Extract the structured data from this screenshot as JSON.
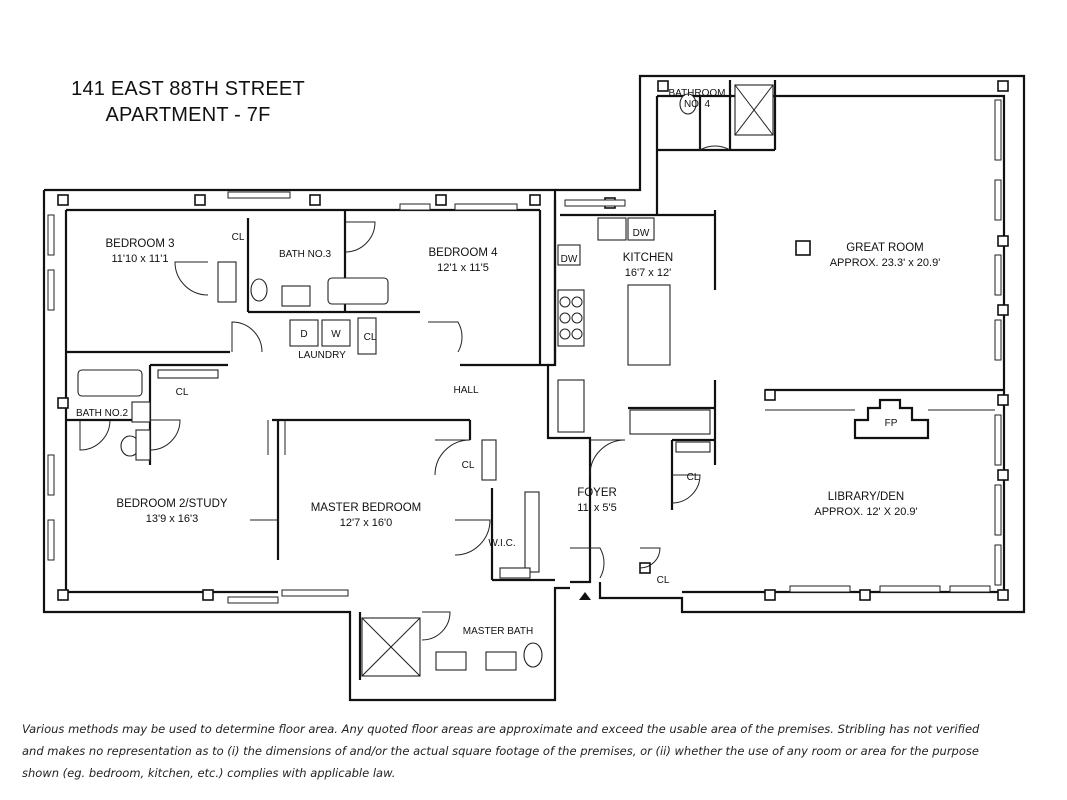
{
  "header": {
    "address": "141 EAST 88TH STREET",
    "unit": "APARTMENT - 7F"
  },
  "rooms": {
    "bedroom3": {
      "name": "BEDROOM 3",
      "dims": "11'10 x 11'1"
    },
    "bath3": {
      "name": "BATH  NO.3"
    },
    "bedroom4": {
      "name": "BEDROOM 4",
      "dims": "12'1 x 11'5"
    },
    "laundry": {
      "name": "LAUNDRY",
      "d": "D",
      "w": "W"
    },
    "bath2": {
      "name": "BATH NO.2"
    },
    "hall": {
      "name": "HALL"
    },
    "bedroom2": {
      "name": "BEDROOM 2/STUDY",
      "dims": "13'9 x 16'3"
    },
    "master_bedroom": {
      "name": "MASTER BEDROOM",
      "dims": "12'7 x 16'0"
    },
    "wic": {
      "name": "W.I.C."
    },
    "master_bath": {
      "name": "MASTER BATH"
    },
    "foyer": {
      "name": "FOYER",
      "dims": "11' x 5'5"
    },
    "kitchen": {
      "name": "KITCHEN",
      "dims": "16'7 x 12'",
      "dw": "DW"
    },
    "bathroom4": {
      "name": "BATHROOM",
      "no": "NO. 4"
    },
    "great_room": {
      "name": "GREAT ROOM",
      "dims": "APPROX. 23.3' x 20.9'"
    },
    "fireplace": {
      "name": "FP"
    },
    "library": {
      "name": "LIBRARY/DEN",
      "dims": "APPROX. 12' X 20.9'"
    }
  },
  "closet_label": "CL",
  "disclaimer": [
    "Various methods may be used to determine floor area. Any quoted floor areas are approximate and exceed the usable area of the premises. Stribling has not verified",
    "and makes no representation as to (i) the dimensions of and/or the actual square footage of the premises, or (ii) whether the use of any room or area for the purpose",
    "shown (eg. bedroom, kitchen, etc.) complies with applicable law."
  ]
}
